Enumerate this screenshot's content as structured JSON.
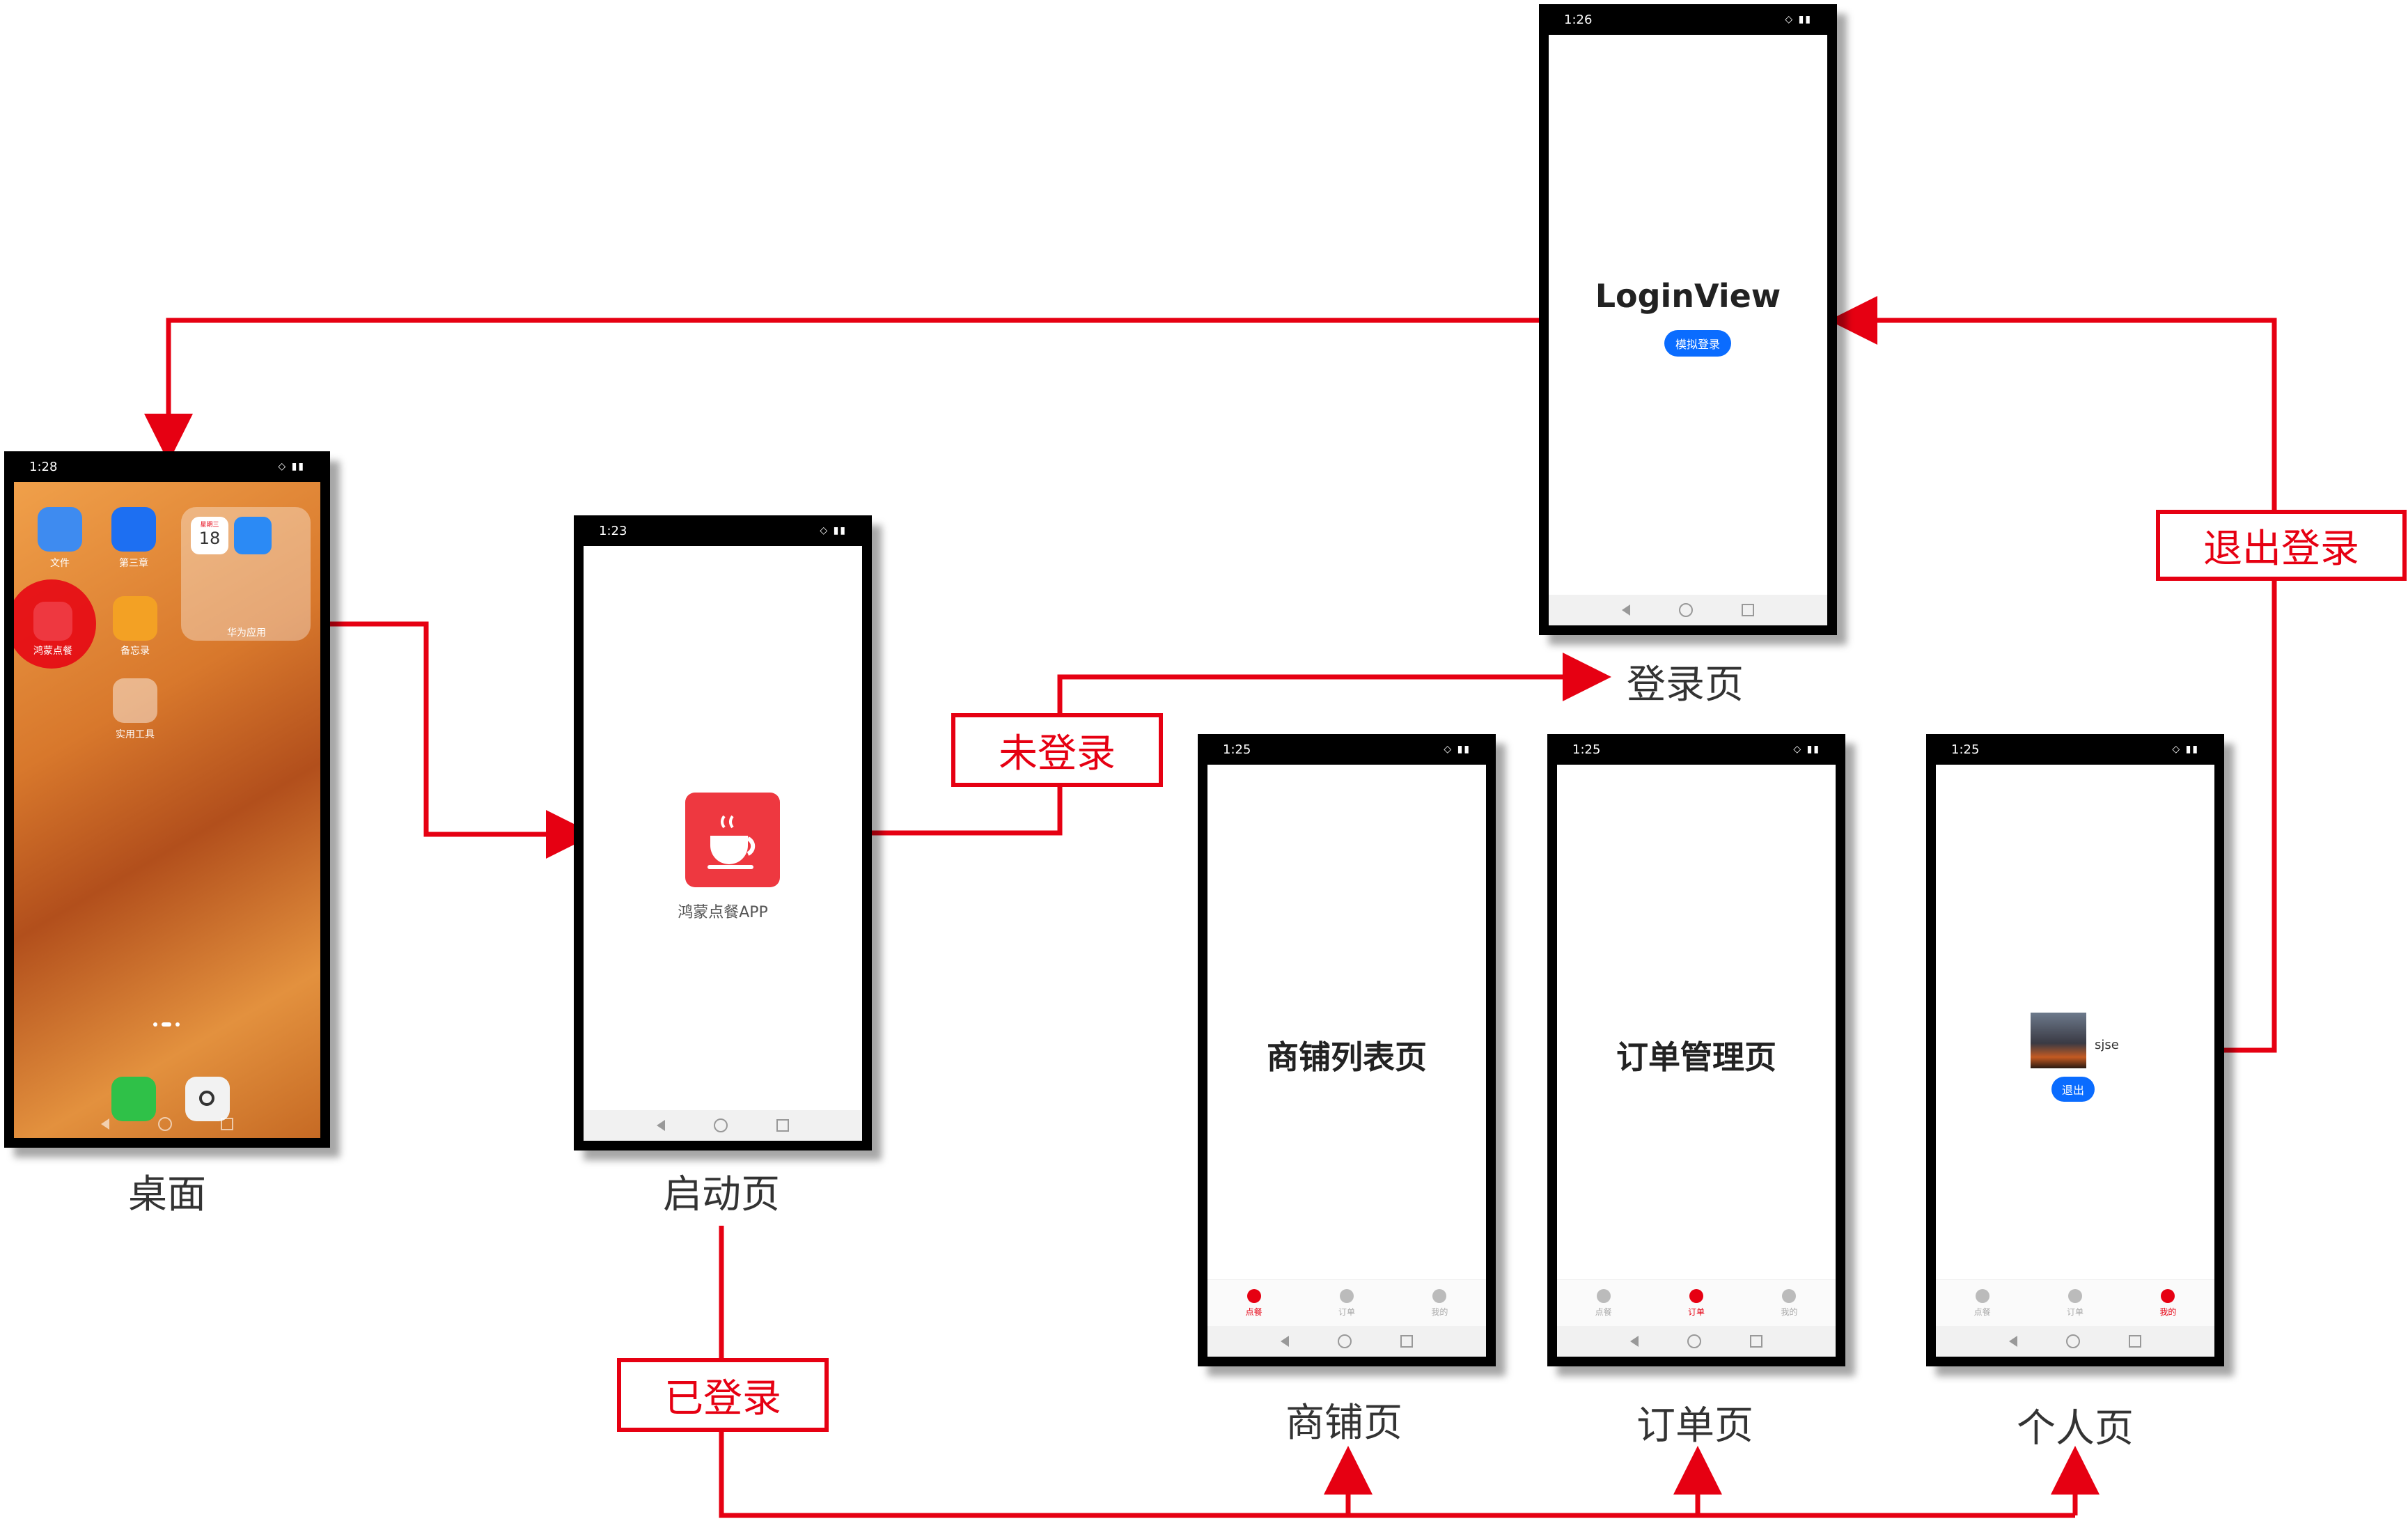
{
  "labels": {
    "desktop": "桌面",
    "splash": "启动页",
    "login": "登录页",
    "shop": "商铺页",
    "order": "订单页",
    "profile": "个人页"
  },
  "tags": {
    "not_logged_in": "未登录",
    "logged_in": "已登录",
    "logout": "退出登录"
  },
  "desktop": {
    "time": "1:28",
    "apps": {
      "files": "文件",
      "third": "第三章",
      "calendar_day": "18",
      "calendar_week": "星期三",
      "huawei": "华为应用",
      "hongmeng": "鸿蒙点餐",
      "memo": "备忘录",
      "tools": "实用工具"
    }
  },
  "splash": {
    "time": "1:23",
    "app_name": "鸿蒙点餐APP"
  },
  "login": {
    "time": "1:26",
    "title": "LoginView",
    "button": "模拟登录"
  },
  "shop": {
    "time": "1:25",
    "title": "商铺列表页"
  },
  "order": {
    "time": "1:25",
    "title": "订单管理页"
  },
  "profile": {
    "time": "1:25",
    "username": "sjse",
    "button": "退出"
  },
  "tabs": [
    "点餐",
    "订单",
    "我的"
  ],
  "colors": {
    "arrow": "#e60012",
    "accent": "#0a6cff",
    "brand": "#ee3840"
  }
}
